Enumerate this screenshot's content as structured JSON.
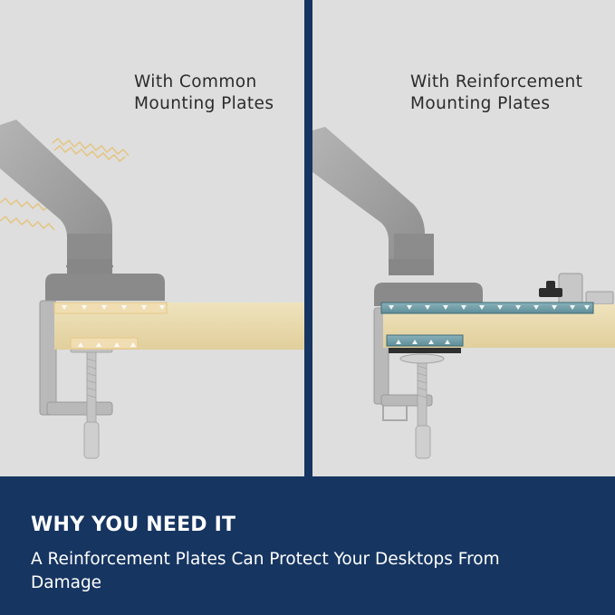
{
  "left_panel": {
    "label": "With Common\nMounting Plates",
    "icon": "monitor-arm-clamp-common-plate"
  },
  "right_panel": {
    "label": "With Reinforcement\nMounting Plates",
    "icon": "monitor-arm-clamp-reinforcement-plate"
  },
  "footer": {
    "headline": "WHY YOU NEED IT",
    "subline": "A Reinforcement Plates Can Protect Your Desktops From Damage"
  },
  "colors": {
    "navy": "#163561",
    "panel_bg": "#dedede",
    "wood": "#e8d9b0",
    "plate_blue": "#6a97a2",
    "vibration_yellow": "#e4c686"
  }
}
